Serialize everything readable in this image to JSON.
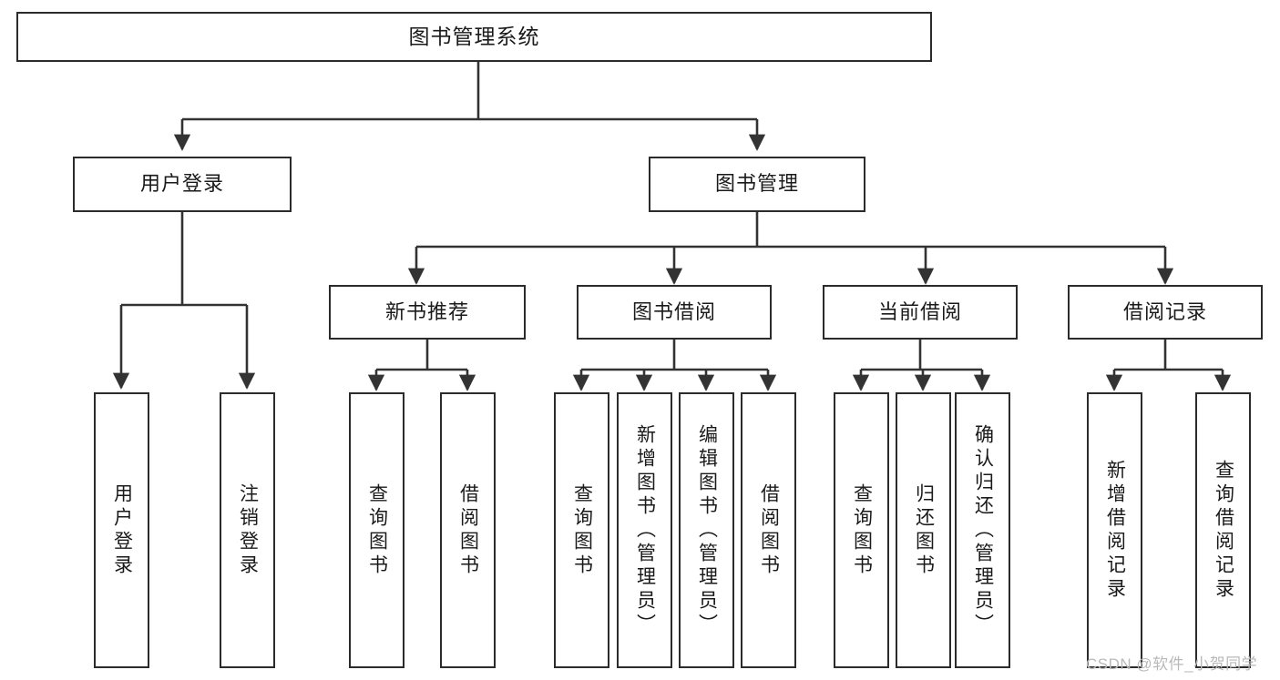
{
  "diagram": {
    "title": "图书管理系统",
    "type": "tree-hierarchy-diagram",
    "watermark": "CSDN @软件_小贺同学",
    "colors": {
      "border": "#2b2b2b",
      "background": "#ffffff",
      "text": "#1a1a1a",
      "edge": "#333333",
      "watermark": "#b9b9b9"
    }
  },
  "nodes": {
    "root": {
      "label": "图书管理系统"
    },
    "level2": [
      {
        "label": "用户登录"
      },
      {
        "label": "图书管理"
      }
    ],
    "level3": [
      {
        "label": "新书推荐"
      },
      {
        "label": "图书借阅"
      },
      {
        "label": "当前借阅"
      },
      {
        "label": "借阅记录"
      }
    ],
    "leaves": {
      "user_login": [
        {
          "label": "用户登录"
        },
        {
          "label": "注销登录"
        }
      ],
      "new_book_recommend": [
        {
          "label": "查询图书"
        },
        {
          "label": "借阅图书"
        }
      ],
      "book_borrow": [
        {
          "label": "查询图书"
        },
        {
          "label": "新增图书（管理员）"
        },
        {
          "label": "编辑图书（管理员）"
        },
        {
          "label": "借阅图书"
        }
      ],
      "current_borrow": [
        {
          "label": "查询图书"
        },
        {
          "label": "归还图书"
        },
        {
          "label": "确认归还（管理员）"
        }
      ],
      "borrow_record": [
        {
          "label": "新增借阅记录"
        },
        {
          "label": "查询借阅记录"
        }
      ]
    }
  }
}
